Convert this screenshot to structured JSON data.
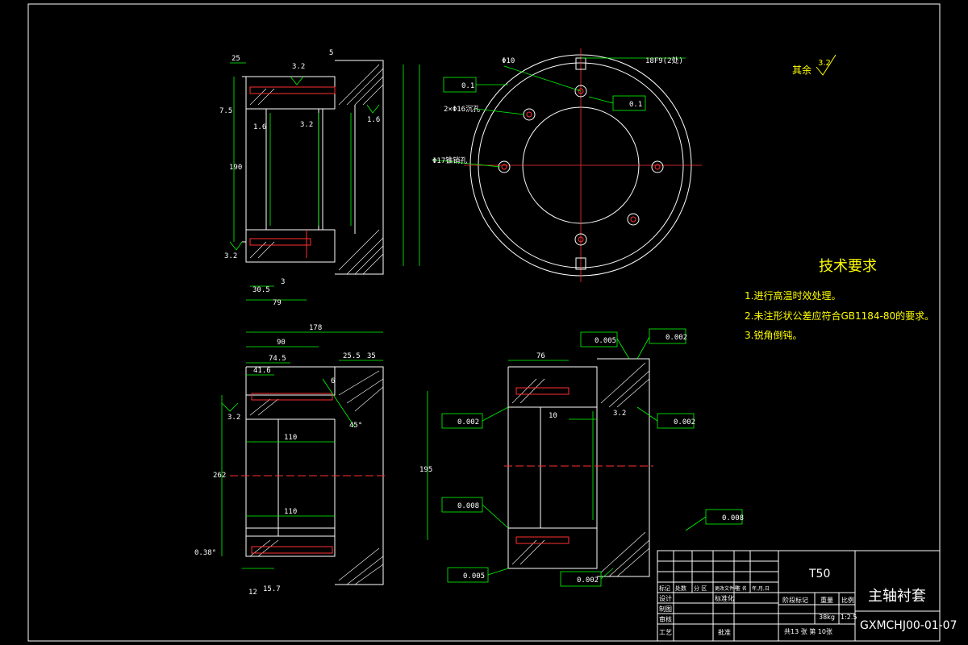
{
  "drawing": {
    "part_name": "主轴衬套",
    "drawing_number": "GXMCHJ00-01-07",
    "model": "T50",
    "surface_note": "其余",
    "surface_note_value": "3.2"
  },
  "tech_requirements": {
    "title": "技术要求",
    "items": [
      "1.进行高温时效处理。",
      "2.未注形状公差应符合GB1184-80的要求。",
      "3.锐角倒钝。"
    ]
  },
  "title_block": {
    "row_labels": [
      "标记",
      "处数",
      "分 区",
      "更改文件号",
      "签 名",
      "年,月,日"
    ],
    "left_labels": [
      "设计",
      "标准化",
      "制图",
      "审核",
      "工艺",
      "批准"
    ],
    "stage_label": "阶段标记",
    "weight_label": "重量",
    "scale_label": "比例",
    "weight": "38kg",
    "scale": "1:2.5",
    "sheets": "共13 张 第 10张"
  },
  "dimensions": {
    "view1": [
      "25",
      "3.2",
      "5",
      "7.5",
      "1.6",
      "3.2",
      "1.6",
      "3.2",
      "30.5",
      "79",
      "3",
      "190"
    ],
    "view2": [
      "178",
      "90",
      "74.5",
      "41.6",
      "25.5",
      "35",
      "6",
      "45°",
      "110",
      "110",
      "3.2",
      "262",
      "0.38°",
      "12",
      "15.7"
    ],
    "view3": [
      "76",
      "10",
      "0.005",
      "0.002",
      "0.002",
      "0.002",
      "0.008",
      "0.008",
      "0.005",
      "0.002",
      "195",
      "3.2"
    ],
    "view4": [
      "Φ10",
      "18F9(2处)",
      "0.1",
      "0.1",
      "2×Φ16沉孔",
      "Φ17锥销孔"
    ]
  }
}
